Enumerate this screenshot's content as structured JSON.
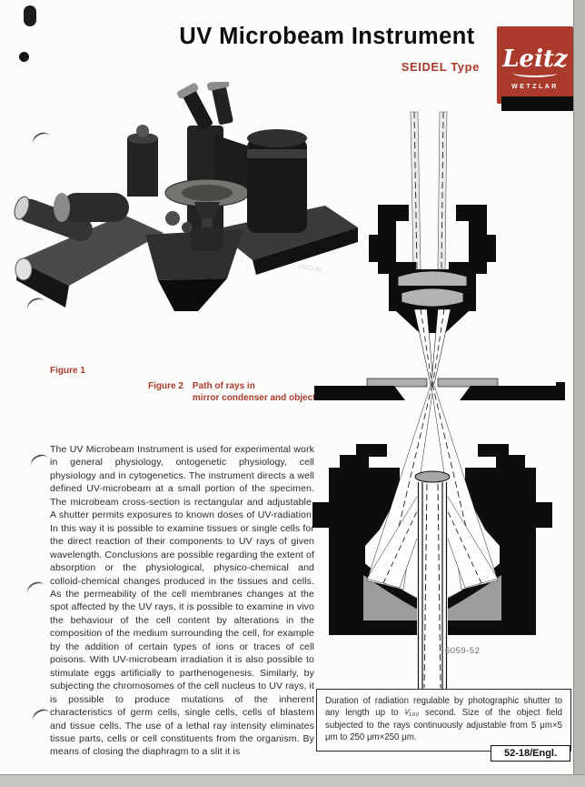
{
  "page": {
    "title": "UV Microbeam Instrument",
    "subtitle": "SEIDEL Type",
    "page_ref": "52-18/Engl.",
    "accent_color": "#a93a2c"
  },
  "brand": {
    "name": "Leitz",
    "city": "WETZLAR"
  },
  "figures": {
    "figure1": {
      "label": "Figure 1",
      "photo_ref": "10272-52"
    },
    "figure2": {
      "label": "Figure 2",
      "caption_line1": "Path of rays in",
      "caption_line2": "mirror condenser and objective",
      "diagram_ref": "6059-52"
    }
  },
  "body": {
    "paragraph": "The UV Microbeam Instrument is used for experimental work in general physiology, ontogenetic physiology, cell physiology and in cytogenetics. The instrument directs a well defined UV-microbeam at a small portion of the specimen. The microbeam cross-section is rectangular and adjustable. A shutter permits exposures to known doses of UV-radiation. In this way it is possible to examine tissues or single cells for the direct reaction of their components to UV rays of given wavelength. Conclusions are possible regarding the extent of absorption or the physiological, physico-chemical and colloid-chemical changes produced in the tissues and cells. As the permeability of the cell membranes changes at the spot affected by the UV rays, it is possible to examine in vivo the behaviour of the cell content by alterations in the composition of the medium surrounding the cell, for example by the addition of certain types of ions or traces of cell poisons. With UV-microbeam irradiation it is also possible to stimulate eggs artificially to parthenogenesis. Similarly, by subjecting the chromosomes of the cell nucleus to UV rays, it is possible to produce mutations of the inherent characteristics of germ cells, single cells, cells of blastem and tissue cells. The use of a lethal ray intensity eliminates tissue parts, cells or cell constituents from the organism. By means of closing the diaphragm to a slit it is"
  },
  "info_box": {
    "text": "Duration of radiation regulable by photographic shutter to any length up to ¹⁄₁₀₀ second. Size of the object field subjected to the rays continuously adjustable from 5 μm×5 μm to 250 μm×250 μm."
  }
}
